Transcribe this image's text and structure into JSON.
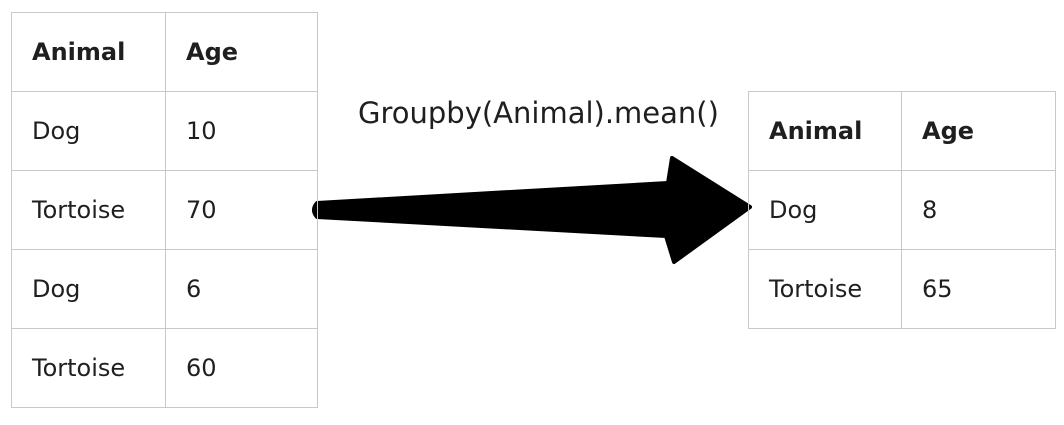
{
  "source_table": {
    "headers": [
      "Animal",
      "Age"
    ],
    "rows": [
      [
        "Dog",
        "10"
      ],
      [
        "Tortoise",
        "70"
      ],
      [
        "Dog",
        "6"
      ],
      [
        "Tortoise",
        "60"
      ]
    ]
  },
  "operation": {
    "label": "Groupby(Animal).mean()"
  },
  "result_table": {
    "headers": [
      "Animal",
      "Age"
    ],
    "rows": [
      [
        "Dog",
        "8"
      ],
      [
        "Tortoise",
        "65"
      ]
    ]
  },
  "colors": {
    "arrow": "#000000",
    "border": "#c8c8c8",
    "text": "#1f1f1f"
  }
}
